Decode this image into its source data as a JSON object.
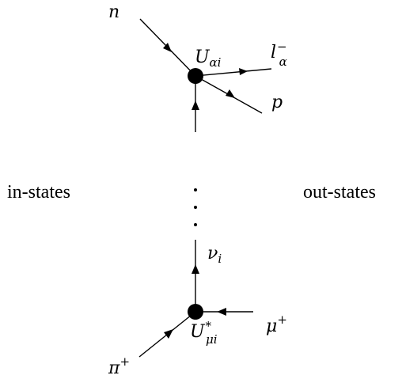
{
  "side_labels": {
    "left": "in-states",
    "right": "out-states"
  },
  "top_vertex": {
    "coupling": {
      "base": "U",
      "sub": "αi",
      "sup": ""
    },
    "lines": [
      {
        "name": "n",
        "direction": "in"
      },
      {
        "name": "l",
        "sup": "−",
        "sub": "α",
        "direction": "out"
      },
      {
        "name": "p",
        "direction": "out"
      },
      {
        "name": "",
        "direction": "in-from-below"
      }
    ],
    "labels": {
      "n": "n",
      "lepton_base": "l",
      "lepton_sup": "−",
      "lepton_sub": "α",
      "p": "p"
    }
  },
  "bottom_vertex": {
    "coupling": {
      "base": "U",
      "sub": "μi",
      "sup": "*"
    },
    "labels": {
      "nu_base": "ν",
      "nu_sub": "i",
      "mu_base": "μ",
      "mu_sup": "+",
      "pi_base": "π",
      "pi_sup": "+"
    }
  },
  "ellipsis": {
    "count": 3
  }
}
